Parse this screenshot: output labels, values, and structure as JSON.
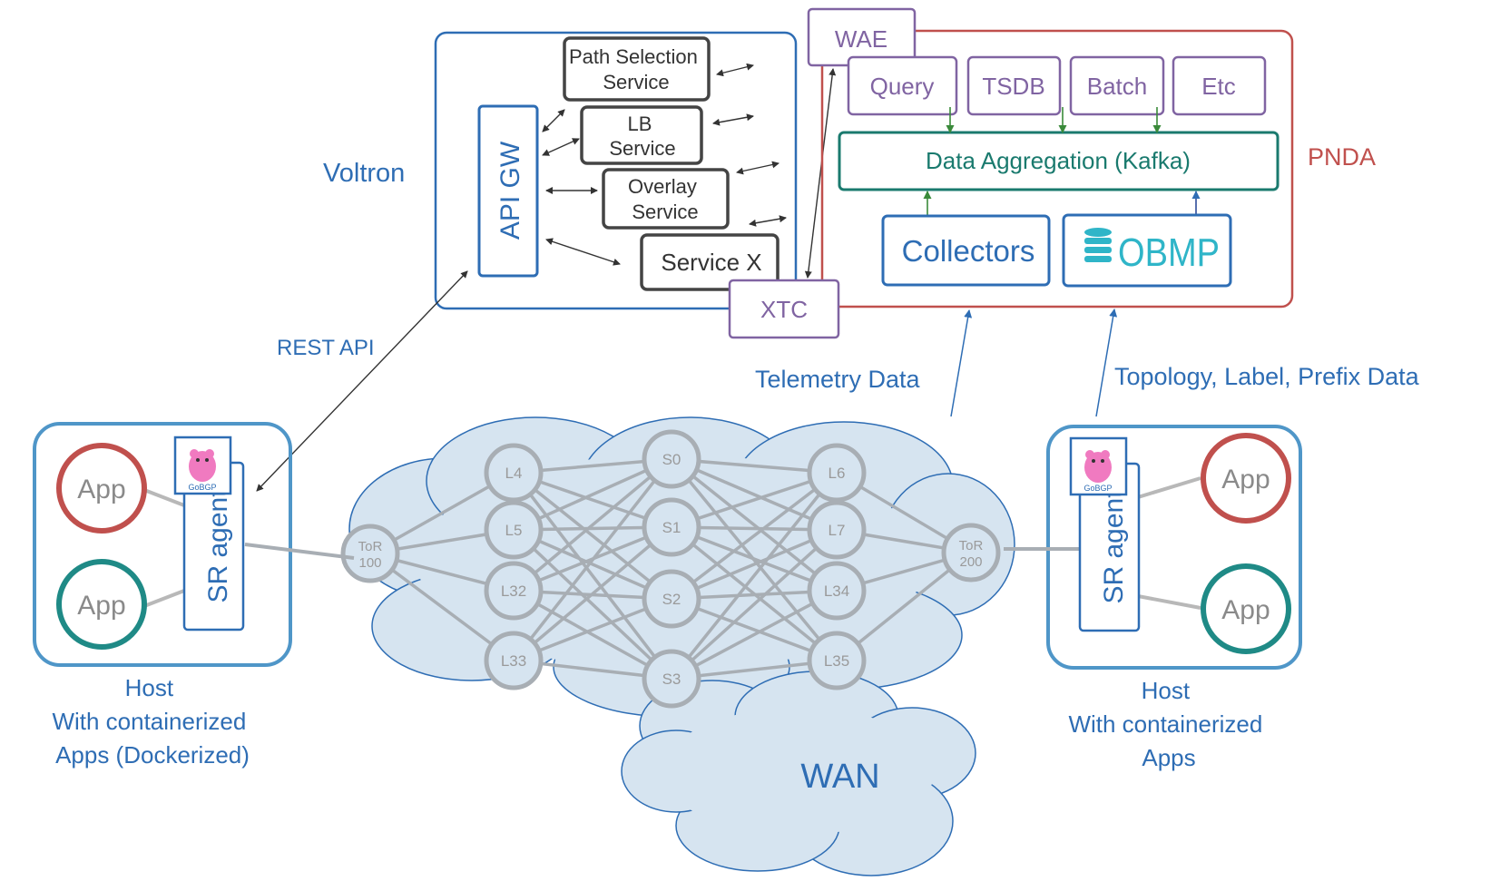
{
  "voltron": {
    "title": "Voltron",
    "api_gw": "API GW",
    "services": [
      {
        "line1": "Path Selection",
        "line2": "Service"
      },
      {
        "line1": "LB",
        "line2": "Service"
      },
      {
        "line1": "Overlay",
        "line2": "Service"
      },
      {
        "line1": "Service X",
        "line2": ""
      }
    ]
  },
  "wae": "WAE",
  "xtc": "XTC",
  "pnda": {
    "title": "PNDA",
    "top_boxes": [
      "Query",
      "TSDB",
      "Batch",
      "Etc"
    ],
    "aggregation": "Data Aggregation (Kafka)",
    "collectors": "Collectors",
    "obmp": "OBMP"
  },
  "labels": {
    "rest_api": "REST API",
    "telemetry": "Telemetry  Data",
    "topology": "Topology,  Label,  Prefix Data",
    "wan": "WAN"
  },
  "host_left": {
    "apps": [
      "App",
      "App"
    ],
    "agent": "SR agent",
    "gobgp": "GoBGP",
    "caption": [
      "Host",
      "With containerized",
      "Apps (Dockerized)"
    ]
  },
  "host_right": {
    "apps": [
      "App",
      "App"
    ],
    "agent": "SR agent",
    "gobgp": "GoBGP",
    "caption": [
      "Host",
      "With containerized",
      "Apps"
    ]
  },
  "fabric": {
    "tor_left": [
      "ToR",
      "100"
    ],
    "tor_right": [
      "ToR",
      "200"
    ],
    "leaves_left": [
      "L4",
      "L5",
      "L32",
      "L33"
    ],
    "spines": [
      "S0",
      "S1",
      "S2",
      "S3"
    ],
    "leaves_right": [
      "L6",
      "L7",
      "L34",
      "L35"
    ]
  },
  "colors": {
    "voltron_blue": "#2e6db4",
    "pnda_red": "#c0504d",
    "wae_purple": "#8064a2",
    "kafka_teal": "#1a7a6e",
    "cloud_fill": "#d6e4f0",
    "app_red": "#c0504d",
    "app_teal": "#1f8a86"
  }
}
